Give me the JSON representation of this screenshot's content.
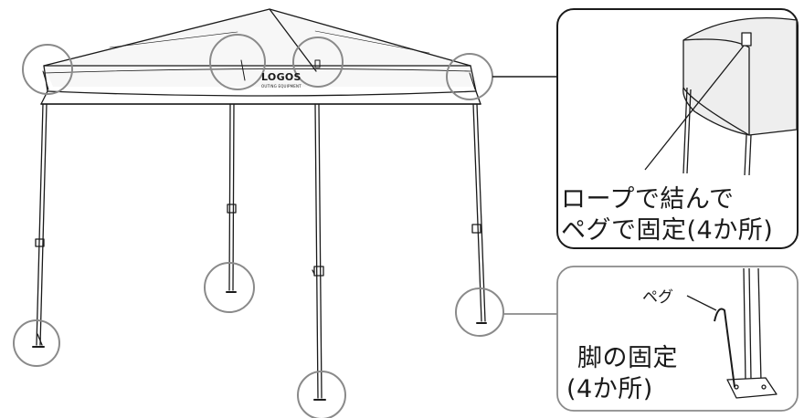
{
  "callouts": {
    "rope_line1": "ロープで結んで",
    "rope_line2": "ペグで固定(4か所)",
    "peg_label": "ペグ",
    "leg_line1": "脚の固定",
    "leg_line2": "(4か所)"
  },
  "brand": {
    "name": "LOGOS",
    "tagline": "OUTING EQUIPMENT"
  },
  "colors": {
    "line": "#1a1a1a",
    "circle": "#8a8a8a",
    "canopy_shade": "#f2f2f2",
    "inset_shade": "#eeeeee"
  }
}
